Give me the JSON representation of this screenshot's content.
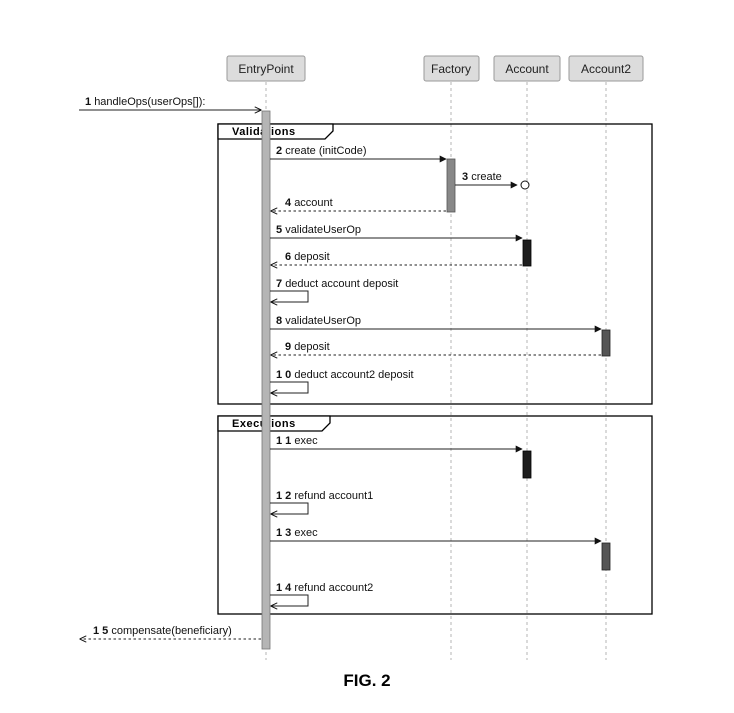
{
  "participants": [
    {
      "id": "entry",
      "name": "EntryPoint"
    },
    {
      "id": "factory",
      "name": "Factory"
    },
    {
      "id": "account",
      "name": "Account"
    },
    {
      "id": "account2",
      "name": "Account2"
    }
  ],
  "fragments": [
    {
      "label": "Validations"
    },
    {
      "label": "Executions"
    }
  ],
  "messages": [
    {
      "num": "1",
      "label": "handleOps(userOps[]):",
      "from": "outside",
      "to": "entry",
      "kind": "call"
    },
    {
      "num": "2",
      "label": "create (initCode)",
      "from": "entry",
      "to": "factory",
      "kind": "call"
    },
    {
      "num": "3",
      "label": "create",
      "from": "factory",
      "to": "account",
      "kind": "create"
    },
    {
      "num": "4",
      "label": "account",
      "from": "factory",
      "to": "entry",
      "kind": "return"
    },
    {
      "num": "5",
      "label": "validateUserOp",
      "from": "entry",
      "to": "account",
      "kind": "call"
    },
    {
      "num": "6",
      "label": "deposit",
      "from": "account",
      "to": "entry",
      "kind": "return"
    },
    {
      "num": "7",
      "label": "deduct account deposit",
      "from": "entry",
      "to": "entry",
      "kind": "self"
    },
    {
      "num": "8",
      "label": "validateUserOp",
      "from": "entry",
      "to": "account2",
      "kind": "call"
    },
    {
      "num": "9",
      "label": "deposit",
      "from": "account2",
      "to": "entry",
      "kind": "return"
    },
    {
      "num": "1 0",
      "label": "deduct account2 deposit",
      "from": "entry",
      "to": "entry",
      "kind": "self"
    },
    {
      "num": "1 1",
      "label": "exec",
      "from": "entry",
      "to": "account",
      "kind": "call"
    },
    {
      "num": "1 2",
      "label": "refund account1",
      "from": "entry",
      "to": "entry",
      "kind": "self"
    },
    {
      "num": "1 3",
      "label": "exec",
      "from": "entry",
      "to": "account2",
      "kind": "call"
    },
    {
      "num": "1 4",
      "label": "refund account2",
      "from": "entry",
      "to": "entry",
      "kind": "self"
    },
    {
      "num": "1 5",
      "label": "compensate(beneficiary)",
      "from": "entry",
      "to": "outside",
      "kind": "return"
    }
  ],
  "caption": "FIG. 2"
}
